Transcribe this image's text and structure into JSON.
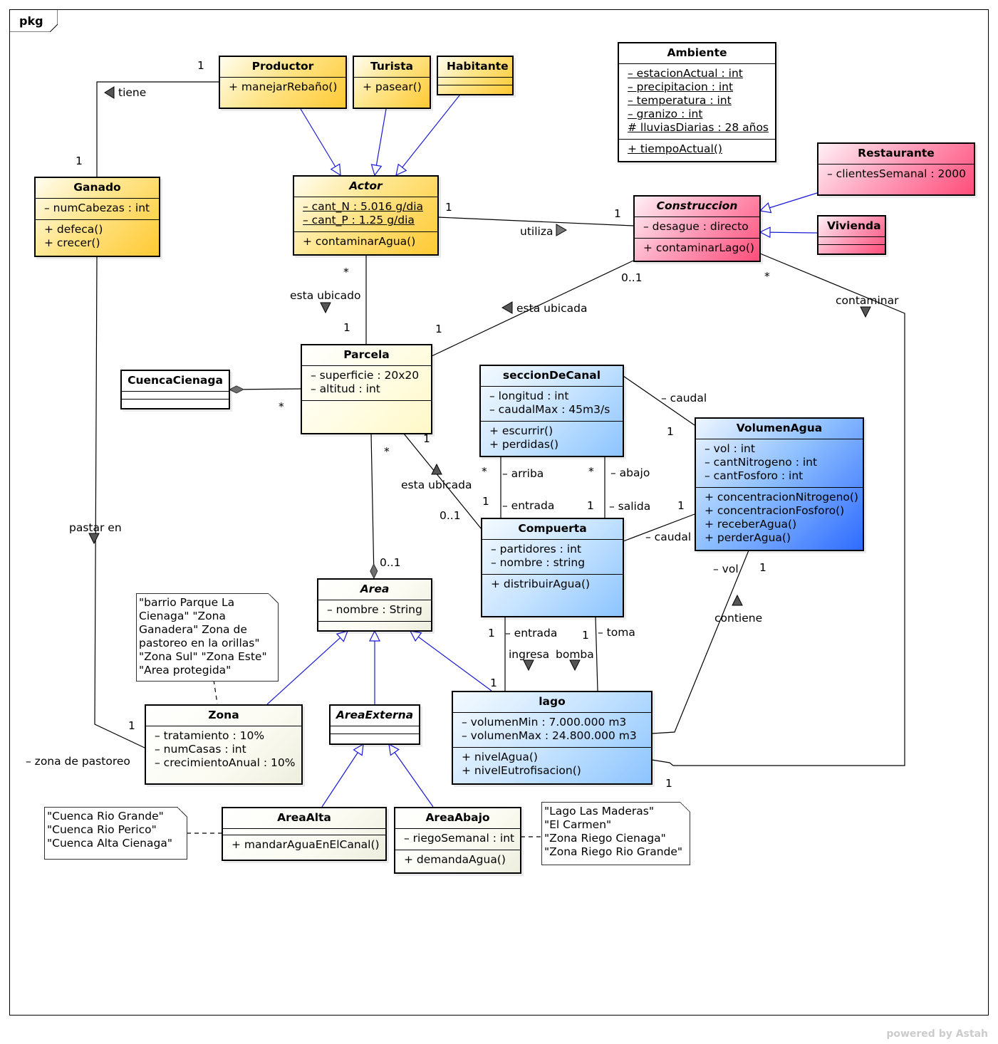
{
  "package": {
    "label": "pkg"
  },
  "watermark": "powered by Astah",
  "classes": {
    "productor": {
      "name": "Productor",
      "operations": [
        "+ manejarRebaño()"
      ]
    },
    "turista": {
      "name": "Turista",
      "operations": [
        "+ pasear()"
      ]
    },
    "habitante": {
      "name": "Habitante"
    },
    "ambiente": {
      "name": "Ambiente",
      "attributes": [
        "– estacionActual : int",
        "– precipitacion : int",
        "– temperatura : int",
        "– granizo : int",
        "# lluviasDiarias : 28 años"
      ],
      "operations": [
        "+ tiempoActual()"
      ]
    },
    "restaurante": {
      "name": "Restaurante",
      "attributes": [
        "– clientesSemanal : 2000"
      ]
    },
    "construccion": {
      "name": "Construccion",
      "attributes": [
        "– desague : directo"
      ],
      "operations": [
        "+ contaminarLago()"
      ]
    },
    "vivienda": {
      "name": "Vivienda"
    },
    "ganado": {
      "name": "Ganado",
      "attributes": [
        "– numCabezas : int"
      ],
      "operations": [
        "+ defeca()",
        "+ crecer()"
      ]
    },
    "actor": {
      "name": "Actor",
      "attributes": [
        "– cant_N : 5.016 g/dia",
        "– cant_P : 1.25 g/dia"
      ],
      "operations": [
        "+ contaminarAgua()"
      ]
    },
    "parcela": {
      "name": "Parcela",
      "attributes": [
        "– superficie : 20x20",
        "– altitud : int"
      ]
    },
    "cuencacienaga": {
      "name": "CuencaCienaga"
    },
    "seccion": {
      "name": "seccionDeCanal",
      "attributes": [
        "– longitud : int",
        "– caudalMax : 45m3/s"
      ],
      "operations": [
        "+ escurrir()",
        "+ perdidas()"
      ]
    },
    "volumen": {
      "name": "VolumenAgua",
      "attributes": [
        "– vol : int",
        "– cantNitrogeno : int",
        "– cantFosforo : int"
      ],
      "operations": [
        "+ concentracionNitrogeno()",
        "+ concentracionFosforo()",
        "+ receberAgua()",
        "+ perderAgua()"
      ]
    },
    "compuerta": {
      "name": "Compuerta",
      "attributes": [
        "– partidores : int",
        "– nombre : string"
      ],
      "operations": [
        "+ distribuirAgua()"
      ]
    },
    "area": {
      "name": "Area",
      "attributes": [
        "– nombre : String"
      ]
    },
    "zona": {
      "name": "Zona",
      "attributes": [
        "– tratamiento : 10%",
        "– numCasas : int",
        "– crecimientoAnual : 10%"
      ]
    },
    "areaexterna": {
      "name": "AreaExterna"
    },
    "lago": {
      "name": "lago",
      "attributes": [
        "– volumenMin : 7.000.000 m3",
        "– volumenMax : 24.800.000 m3"
      ],
      "operations": [
        "+ nivelAgua()",
        "+ nivelEutrofisacion()"
      ]
    },
    "areaalta": {
      "name": "AreaAlta",
      "operations": [
        "+ mandarAguaEnElCanal()"
      ]
    },
    "areaabajo": {
      "name": "AreaAbajo",
      "attributes": [
        "– riegoSemanal : int"
      ],
      "operations": [
        "+ demandaAgua()"
      ]
    }
  },
  "notes": {
    "zona_note": [
      "\"barrio Parque La",
      "Cienaga\" \"Zona",
      "Ganadera\" Zona de",
      "pastoreo en la orillas\"",
      "\"Zona Sul\" \"Zona Este\"",
      "\"Area protegida\""
    ],
    "alta_note": [
      "\"Cuenca Rio Grande\"",
      "\"Cuenca Rio Perico\"",
      "\"Cuenca Alta Cienaga\""
    ],
    "abajo_note": [
      "\"Lago Las Maderas\"",
      "\"El Carmen\"",
      "\"Zona Riego Cienaga\"",
      "\"Zona Riego Rio Grande\""
    ]
  },
  "labels": {
    "l_tiene": "tiene",
    "l_tiene_1a": "1",
    "l_tiene_1b": "1",
    "l_utiliza": "utiliza",
    "l_utiliza_1a": "1",
    "l_utiliza_1b": "1",
    "l_ubicado": "esta ubicado",
    "l_ubicado_star": "*",
    "l_ubicado_1": "1",
    "l_ubicada1": "esta ubicada",
    "l_ubicada1_01": "0..1",
    "l_ubicada1_1": "1",
    "l_contaminar": "contaminar",
    "l_contaminar_star": "*",
    "l_contaminar_1": "1",
    "l_cuenca_star": "*",
    "l_parcela_1": "1",
    "l_area_star": "*",
    "l_area_01": "0..1",
    "l_ubicada2": "esta ubicada",
    "l_ubicada2_01": "0..1",
    "l_pastar": "pastar en",
    "l_pastar_1": "1",
    "l_zona_pastoreo": "– zona de pastoreo",
    "l_caudal1": "– caudal",
    "l_caudal1_1": "1",
    "l_arriba": "– arriba",
    "l_arriba_star": "*",
    "l_abajo": "– abajo",
    "l_abajo_star": "*",
    "l_entrada1": "– entrada",
    "l_entrada1_1": "1",
    "l_salida": "– salida",
    "l_salida_1": "1",
    "l_caudal2": "– caudal",
    "l_caudal2_1": "1",
    "l_vol": "– vol",
    "l_vol_1": "1",
    "l_contiene": "contiene",
    "l_entrada2": "– entrada",
    "l_entrada2_1": "1",
    "l_toma": "– toma",
    "l_toma_1": "1",
    "l_ingresa": "ingresa",
    "l_bomba": "bomba",
    "l_lago_1": "1"
  }
}
